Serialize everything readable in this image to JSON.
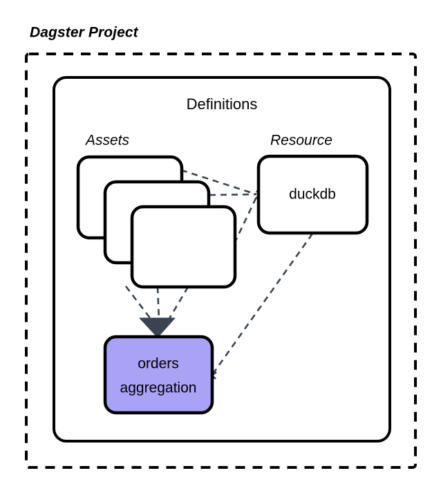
{
  "diagram": {
    "type": "architecture-diagram",
    "title": "Dagster Project",
    "outer_container": {
      "label": "Dagster Project",
      "border_style": "dashed",
      "border_color": "#000000",
      "fill": "#ffffff"
    },
    "definitions_container": {
      "label": "Definitions",
      "border_style": "solid",
      "border_color": "#000000",
      "fill": "#ffffff"
    },
    "groups": [
      {
        "id": "assets-group",
        "label": "Assets",
        "kind": "stacked-cards",
        "card_count": 3,
        "card_labels": [
          "",
          "",
          ""
        ],
        "fill": "#ffffff",
        "border_color": "#000000"
      },
      {
        "id": "resource-group",
        "label": "Resource",
        "kind": "single-card",
        "card_count": 1,
        "fill": "#ffffff",
        "border_color": "#000000"
      }
    ],
    "nodes": [
      {
        "id": "duckdb",
        "label": "duckdb",
        "group": "resource-group",
        "fill": "#ffffff",
        "stroke": "#000000"
      },
      {
        "id": "orders-aggregation",
        "label_line_1": "orders",
        "label_line_2": "aggregation",
        "label": "orders aggregation",
        "fill": "#a9a2f5",
        "stroke": "#000000",
        "highlighted": true
      }
    ],
    "edges": [
      {
        "id": "asset1-to-duckdb",
        "from": "asset-card-1",
        "to": "duckdb",
        "style": "dashed",
        "color": "#3a4350",
        "arrow": true
      },
      {
        "id": "asset2-to-duckdb",
        "from": "asset-card-2",
        "to": "duckdb",
        "style": "dashed",
        "color": "#3a4350",
        "arrow": true
      },
      {
        "id": "asset3-to-duckdb",
        "from": "asset-card-3",
        "to": "duckdb",
        "style": "dashed",
        "color": "#3a4350",
        "arrow": true
      },
      {
        "id": "asset2-to-orders",
        "from": "asset-card-2",
        "to": "orders-aggregation",
        "style": "dashed",
        "color": "#3a4350",
        "arrow": true
      },
      {
        "id": "asset3a-to-orders",
        "from": "asset-card-3",
        "to": "orders-aggregation",
        "style": "dashed",
        "color": "#3a4350",
        "arrow": true
      },
      {
        "id": "asset3b-to-orders",
        "from": "asset-card-3",
        "to": "orders-aggregation",
        "style": "dashed",
        "color": "#3a4350",
        "arrow": true
      },
      {
        "id": "duckdb-to-orders",
        "from": "duckdb",
        "to": "orders-aggregation",
        "style": "dashed",
        "color": "#3a4350",
        "arrow": true
      }
    ],
    "colors": {
      "accent_purple": "#a9a2f5",
      "edge_slate": "#3a4350",
      "stroke_black": "#000000",
      "background": "#ffffff"
    }
  }
}
